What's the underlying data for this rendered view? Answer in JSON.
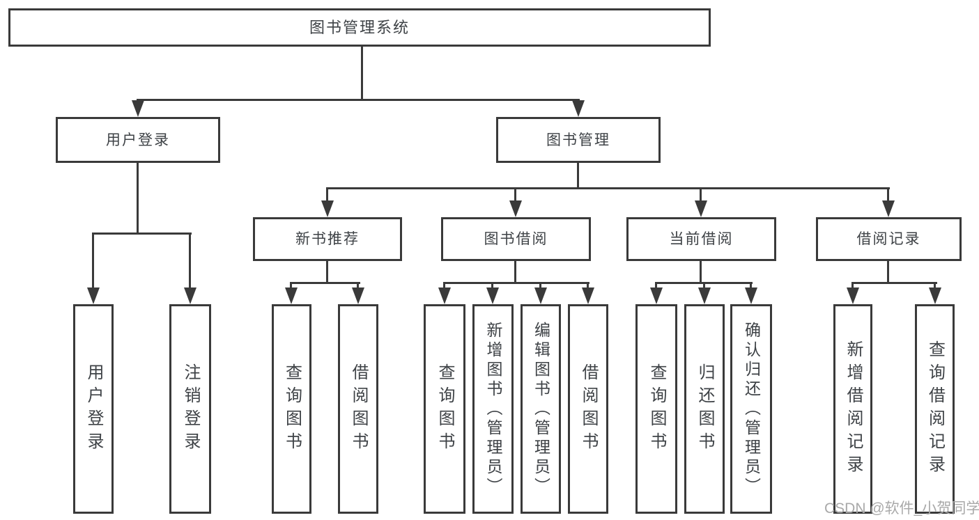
{
  "tree": {
    "root": {
      "label": "图书管理系统"
    },
    "branches": [
      {
        "label": "用户登录",
        "children": [
          {
            "label": "用户登录"
          },
          {
            "label": "注销登录"
          }
        ]
      },
      {
        "label": "图书管理",
        "children": [
          {
            "label": "新书推荐",
            "children": [
              {
                "label": "查询图书"
              },
              {
                "label": "借阅图书"
              }
            ]
          },
          {
            "label": "图书借阅",
            "children": [
              {
                "label": "查询图书"
              },
              {
                "label": "新增图书（管理员）"
              },
              {
                "label": "编辑图书（管理员）"
              },
              {
                "label": "借阅图书"
              }
            ]
          },
          {
            "label": "当前借阅",
            "children": [
              {
                "label": "查询图书"
              },
              {
                "label": "归还图书"
              },
              {
                "label": "确认归还（管理员）"
              }
            ]
          },
          {
            "label": "借阅记录",
            "children": [
              {
                "label": "新增借阅记录"
              },
              {
                "label": "查询借阅记录"
              }
            ]
          }
        ]
      }
    ]
  },
  "watermark": {
    "text": "CSDN @软件_小贺同学"
  },
  "colors": {
    "line": "#3a3a3a",
    "text": "#3e4246",
    "background": "#ffffff",
    "watermark": "#a9a9a9"
  }
}
